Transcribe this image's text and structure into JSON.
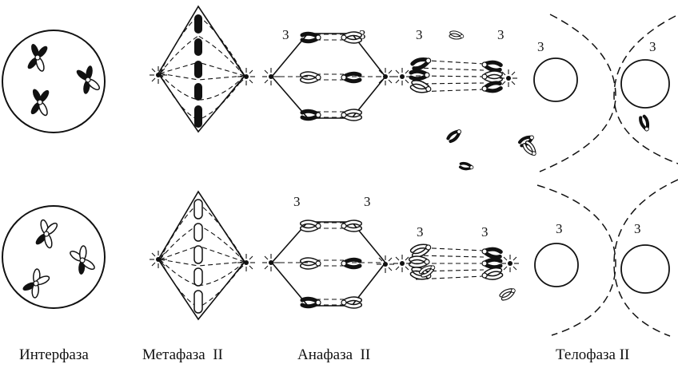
{
  "labels": {
    "interphase": "Интерфаза",
    "metaphase": "Метафаза  II",
    "anaphase": "Анафаза  II",
    "telophase": "Телофаза II"
  },
  "numbers": {
    "anaphase_top_left": "3",
    "anaphase_top_right": "3",
    "anaphase_bottom_left": "3",
    "anaphase_bottom_right": "3",
    "late_anaphase_top_left": "3",
    "late_anaphase_top_right": "3",
    "late_anaphase_bottom_left": "3",
    "late_anaphase_bottom_right": "3",
    "telophase_top_left": "3",
    "telophase_top_right": "3",
    "telophase_bottom_left": "3",
    "telophase_bottom_right": "3"
  },
  "colors": {
    "ink": "#111111",
    "paper": "#ffffff"
  }
}
